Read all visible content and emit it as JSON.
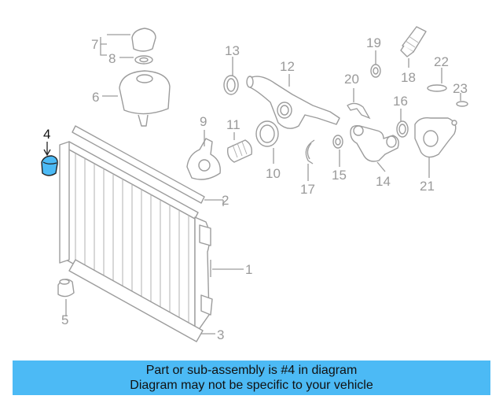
{
  "diagram": {
    "callouts": [
      "1",
      "2",
      "3",
      "4",
      "5",
      "6",
      "7",
      "8",
      "9",
      "10",
      "11",
      "12",
      "13",
      "14",
      "15",
      "16",
      "17",
      "18",
      "19",
      "20",
      "21",
      "22",
      "23"
    ],
    "highlighted_callout": "4",
    "highlight_color": "#4cbaf5",
    "line_color": "#9c9c9c"
  },
  "banner": {
    "line1": "Part or sub-assembly is #4 in diagram",
    "line2": "Diagram may not be specific to your vehicle",
    "background": "#4cbaf5"
  }
}
